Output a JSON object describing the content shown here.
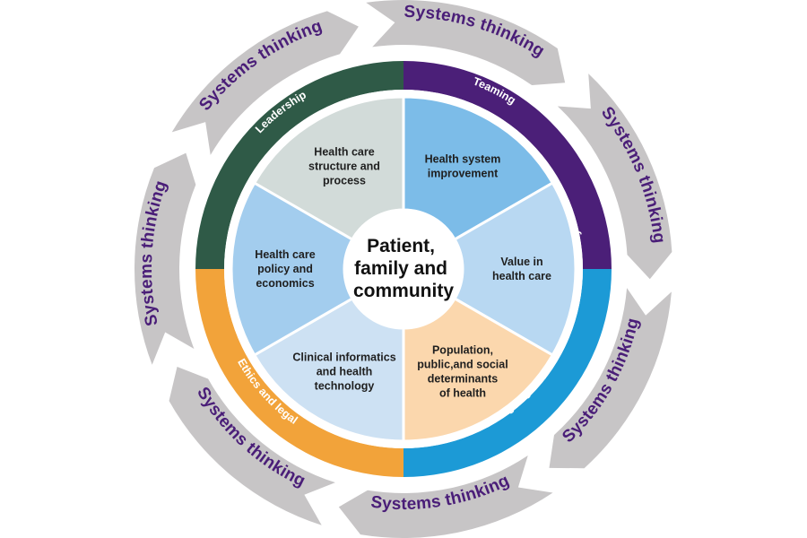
{
  "outer_ring": {
    "arrows": [
      {
        "label": "Systems thinking"
      },
      {
        "label": "Systems thinking"
      },
      {
        "label": "Systems thinking"
      },
      {
        "label": "Systems thinking"
      },
      {
        "label": "Systems thinking"
      },
      {
        "label": "Systems thinking"
      },
      {
        "label": "Systems thinking"
      }
    ],
    "color": "#c7c5c6"
  },
  "competency_ring": [
    {
      "label": "Teaming",
      "color": "#4b1f78"
    },
    {
      "label": "Change agency, management and advocacy",
      "color": "#1c9ad6"
    },
    {
      "label": "Ethics and legal",
      "color": "#f2a33a"
    },
    {
      "label": "Leadership",
      "color": "#2f5a47"
    }
  ],
  "segments": [
    {
      "lines": [
        "Health system",
        "improvement"
      ],
      "color": "#7cbce8"
    },
    {
      "lines": [
        "Value in",
        "health care"
      ],
      "color": "#b8d8f2"
    },
    {
      "lines": [
        "Population,",
        "public,and social",
        "determinants",
        "of health"
      ],
      "color": "#fbd7ad"
    },
    {
      "lines": [
        "Clinical informatics",
        "and health",
        "technology"
      ],
      "color": "#cde1f3"
    },
    {
      "lines": [
        "Health care",
        "policy and",
        "economics"
      ],
      "color": "#a3cdee"
    },
    {
      "lines": [
        "Health care",
        "structure and",
        "process"
      ],
      "color": "#d2dbd9"
    }
  ],
  "center": {
    "lines": [
      "Patient,",
      "family and",
      "community"
    ]
  }
}
